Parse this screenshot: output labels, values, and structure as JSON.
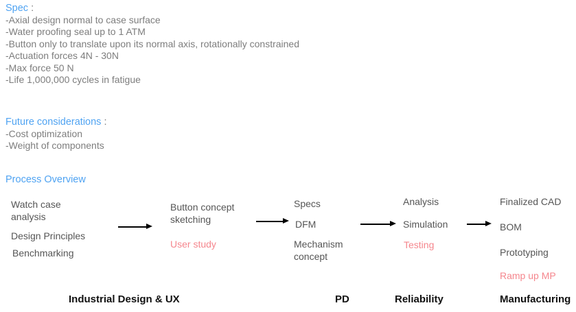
{
  "colors": {
    "accent_blue": "#4fa3f2",
    "accent_red": "#f5868d",
    "body_gray": "#7d7d7d",
    "item_gray": "#555555",
    "lane_black": "#111111",
    "arrow_black": "#000000",
    "background": "#ffffff"
  },
  "spec": {
    "title": "Spec",
    "colon": ":",
    "items": [
      "-Axial design normal to case surface",
      "-Water proofing seal up to 1 ATM",
      "-Button only to translate upon its normal axis, rotationally constrained",
      "-Actuation forces 4N - 30N",
      "-Max force 50 N",
      "-Life 1,000,000 cycles in fatigue"
    ]
  },
  "future": {
    "title": "Future considerations",
    "colon": ":",
    "items": [
      "-Cost optimization",
      "-Weight of components"
    ]
  },
  "process": {
    "title": "Process Overview",
    "stages": [
      {
        "items": [
          {
            "text": "Watch case analysis"
          },
          {
            "text": "Design Principles"
          },
          {
            "text": "Benchmarking"
          }
        ]
      },
      {
        "items": [
          {
            "text": "Button concept sketching"
          },
          {
            "text": "User study",
            "accent": "red"
          }
        ]
      },
      {
        "items": [
          {
            "text": "Specs"
          },
          {
            "text": "DFM"
          },
          {
            "text": "Mechanism concept"
          }
        ]
      },
      {
        "items": [
          {
            "text": "Analysis"
          },
          {
            "text": "Simulation"
          },
          {
            "text": "Testing",
            "accent": "red"
          }
        ]
      },
      {
        "items": [
          {
            "text": "Finalized CAD"
          },
          {
            "text": "BOM"
          },
          {
            "text": "Prototyping"
          },
          {
            "text": "Ramp up MP",
            "accent": "red"
          }
        ]
      }
    ],
    "lanes": [
      {
        "label": "Industrial Design & UX"
      },
      {
        "label": "PD"
      },
      {
        "label": "Reliability"
      },
      {
        "label": "Manufacturing"
      }
    ]
  }
}
